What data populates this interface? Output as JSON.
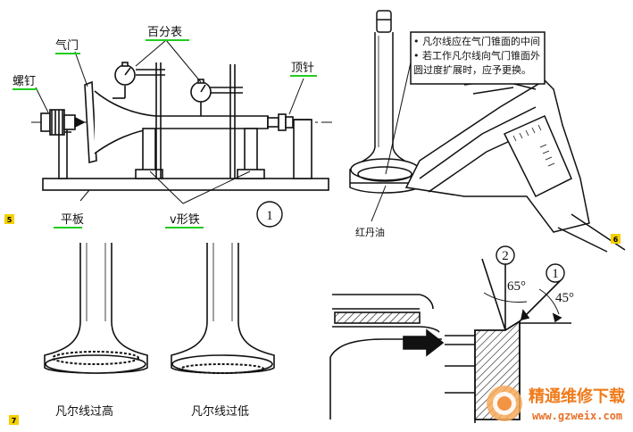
{
  "fig1": {
    "label_screw": "螺钉",
    "label_valve": "气门",
    "label_dial": "百分表",
    "label_center": "顶针",
    "label_plate": "平板",
    "label_vblock": "v形铁",
    "circle_number": "1",
    "badge": "5"
  },
  "fig2": {
    "note_line1": "• 凡尔线应在气门锥面的中间",
    "note_line2": "• 若工作凡尔线向气门锥面外",
    "note_line3": "  圆过度扩展时，应予更换。",
    "label_red_lead": "红丹油",
    "badge": "6"
  },
  "fig3": {
    "caption_high": "凡尔线过高",
    "caption_low": "凡尔线过低",
    "badge": "7"
  },
  "fig4": {
    "circle_2": "2",
    "circle_1": "1",
    "angle_65": "65°",
    "angle_45": "45°"
  },
  "watermark": {
    "title": "精通维修下载",
    "url": "www.gzweix.com"
  },
  "colors": {
    "underline_green": "#22cc22",
    "badge_yellow": "#f4d000",
    "watermark_orange": "#f07a1a"
  }
}
